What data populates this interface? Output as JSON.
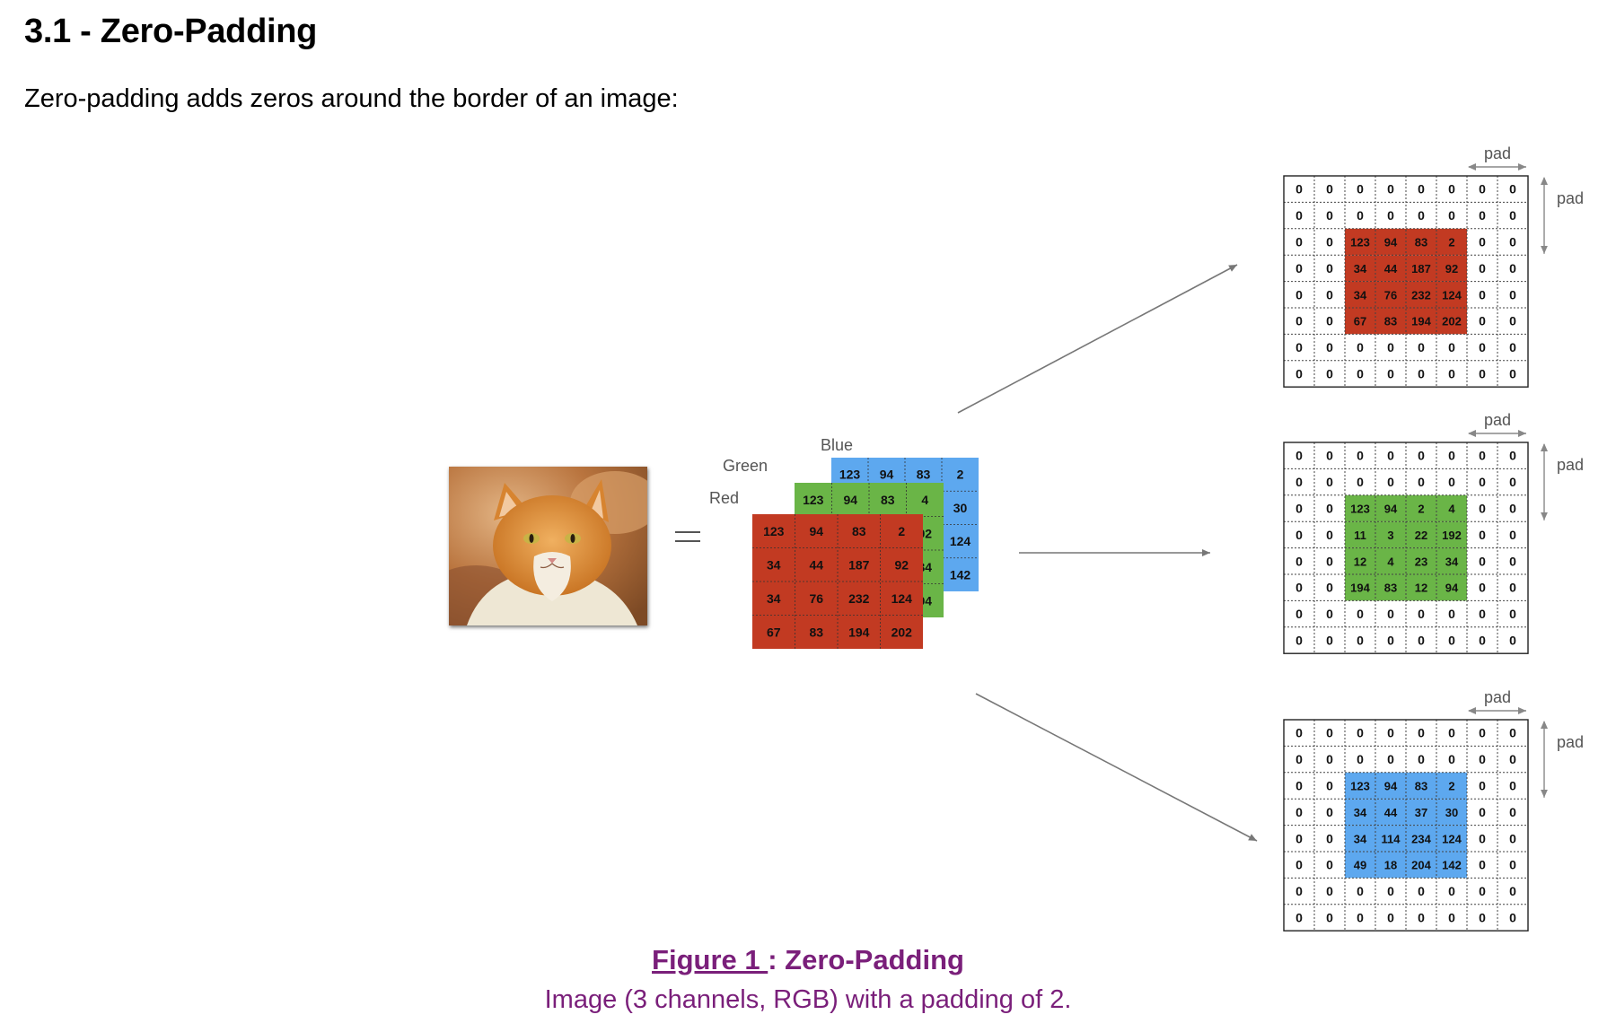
{
  "heading": "3.1 - Zero-Padding",
  "intro": "Zero-padding adds zeros around the border of an image:",
  "figure": {
    "caption_fig": "Figure 1 ",
    "caption_sep": ": ",
    "caption_title": "Zero-Padding",
    "caption_sub": "Image (3 channels, RGB) with a padding of 2.",
    "stack": {
      "labels": {
        "blue": "Blue",
        "green": "Green",
        "red": "Red"
      },
      "blue": [
        [
          "123",
          "94",
          "83",
          "2"
        ],
        [
          "",
          "",
          "",
          "30"
        ],
        [
          "",
          "",
          "",
          "124"
        ],
        [
          "",
          "",
          "",
          "142"
        ]
      ],
      "green": [
        [
          "123",
          "94",
          "83",
          "4"
        ],
        [
          "",
          "",
          "",
          "92"
        ],
        [
          "",
          "",
          "",
          "34"
        ],
        [
          "",
          "",
          "",
          "94"
        ]
      ],
      "red": [
        [
          "123",
          "94",
          "83",
          "2"
        ],
        [
          "34",
          "44",
          "187",
          "92"
        ],
        [
          "34",
          "76",
          "232",
          "124"
        ],
        [
          "67",
          "83",
          "194",
          "202"
        ]
      ]
    },
    "padded": [
      {
        "name": "red",
        "color": "#c23a22",
        "grid": [
          [
            "0",
            "0",
            "0",
            "0",
            "0",
            "0",
            "0",
            "0"
          ],
          [
            "0",
            "0",
            "0",
            "0",
            "0",
            "0",
            "0",
            "0"
          ],
          [
            "0",
            "0",
            "123",
            "94",
            "83",
            "2",
            "0",
            "0"
          ],
          [
            "0",
            "0",
            "34",
            "44",
            "187",
            "92",
            "0",
            "0"
          ],
          [
            "0",
            "0",
            "34",
            "76",
            "232",
            "124",
            "0",
            "0"
          ],
          [
            "0",
            "0",
            "67",
            "83",
            "194",
            "202",
            "0",
            "0"
          ],
          [
            "0",
            "0",
            "0",
            "0",
            "0",
            "0",
            "0",
            "0"
          ],
          [
            "0",
            "0",
            "0",
            "0",
            "0",
            "0",
            "0",
            "0"
          ]
        ],
        "pad_h": "pad",
        "pad_v": "pad"
      },
      {
        "name": "green",
        "color": "#6ab547",
        "grid": [
          [
            "0",
            "0",
            "0",
            "0",
            "0",
            "0",
            "0",
            "0"
          ],
          [
            "0",
            "0",
            "0",
            "0",
            "0",
            "0",
            "0",
            "0"
          ],
          [
            "0",
            "0",
            "123",
            "94",
            "2",
            "4",
            "0",
            "0"
          ],
          [
            "0",
            "0",
            "11",
            "3",
            "22",
            "192",
            "0",
            "0"
          ],
          [
            "0",
            "0",
            "12",
            "4",
            "23",
            "34",
            "0",
            "0"
          ],
          [
            "0",
            "0",
            "194",
            "83",
            "12",
            "94",
            "0",
            "0"
          ],
          [
            "0",
            "0",
            "0",
            "0",
            "0",
            "0",
            "0",
            "0"
          ],
          [
            "0",
            "0",
            "0",
            "0",
            "0",
            "0",
            "0",
            "0"
          ]
        ],
        "pad_h": "pad",
        "pad_v": "pad"
      },
      {
        "name": "blue",
        "color": "#5da8ef",
        "grid": [
          [
            "0",
            "0",
            "0",
            "0",
            "0",
            "0",
            "0",
            "0"
          ],
          [
            "0",
            "0",
            "0",
            "0",
            "0",
            "0",
            "0",
            "0"
          ],
          [
            "0",
            "0",
            "123",
            "94",
            "83",
            "2",
            "0",
            "0"
          ],
          [
            "0",
            "0",
            "34",
            "44",
            "37",
            "30",
            "0",
            "0"
          ],
          [
            "0",
            "0",
            "34",
            "114",
            "234",
            "124",
            "0",
            "0"
          ],
          [
            "0",
            "0",
            "49",
            "18",
            "204",
            "142",
            "0",
            "0"
          ],
          [
            "0",
            "0",
            "0",
            "0",
            "0",
            "0",
            "0",
            "0"
          ],
          [
            "0",
            "0",
            "0",
            "0",
            "0",
            "0",
            "0",
            "0"
          ]
        ],
        "pad_h": "pad",
        "pad_v": "pad"
      }
    ],
    "colors": {
      "red": "#c23a22",
      "green": "#6ab547",
      "blue": "#5da8ef",
      "caption": "#7a1f7a"
    }
  }
}
